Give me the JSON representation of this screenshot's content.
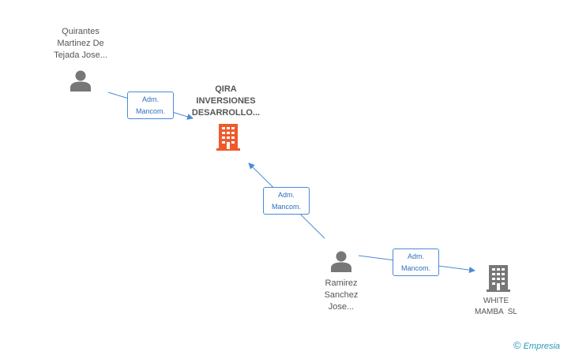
{
  "persons": [
    {
      "id": "person-quirantes",
      "lines": [
        "Quirantes",
        "Martinez De",
        "Tejada Jose..."
      ]
    },
    {
      "id": "person-ramirez",
      "lines": [
        "Ramirez",
        "Sanchez",
        "Jose..."
      ]
    }
  ],
  "companies": [
    {
      "id": "company-qira",
      "lines": [
        "QIRA",
        "INVERSIONES",
        "DESARROLLO..."
      ],
      "color": "#f0592b"
    },
    {
      "id": "company-white-mamba",
      "lines": [
        "WHITE",
        "MAMBA  SL"
      ],
      "color": "#777777"
    }
  ],
  "edges": [
    {
      "id": "edge-1",
      "lines": [
        "Adm.",
        "Mancom."
      ]
    },
    {
      "id": "edge-2",
      "lines": [
        "Adm.",
        "Mancom."
      ]
    },
    {
      "id": "edge-3",
      "lines": [
        "Adm.",
        "Mancom."
      ]
    }
  ],
  "colors": {
    "edge": "#4a8ad8",
    "person_icon": "#777777"
  },
  "icons": {
    "person": "person-icon",
    "company": "building-icon",
    "brand": "copyright-icon"
  },
  "brand": {
    "symbol": "©",
    "name": "Empresia"
  }
}
